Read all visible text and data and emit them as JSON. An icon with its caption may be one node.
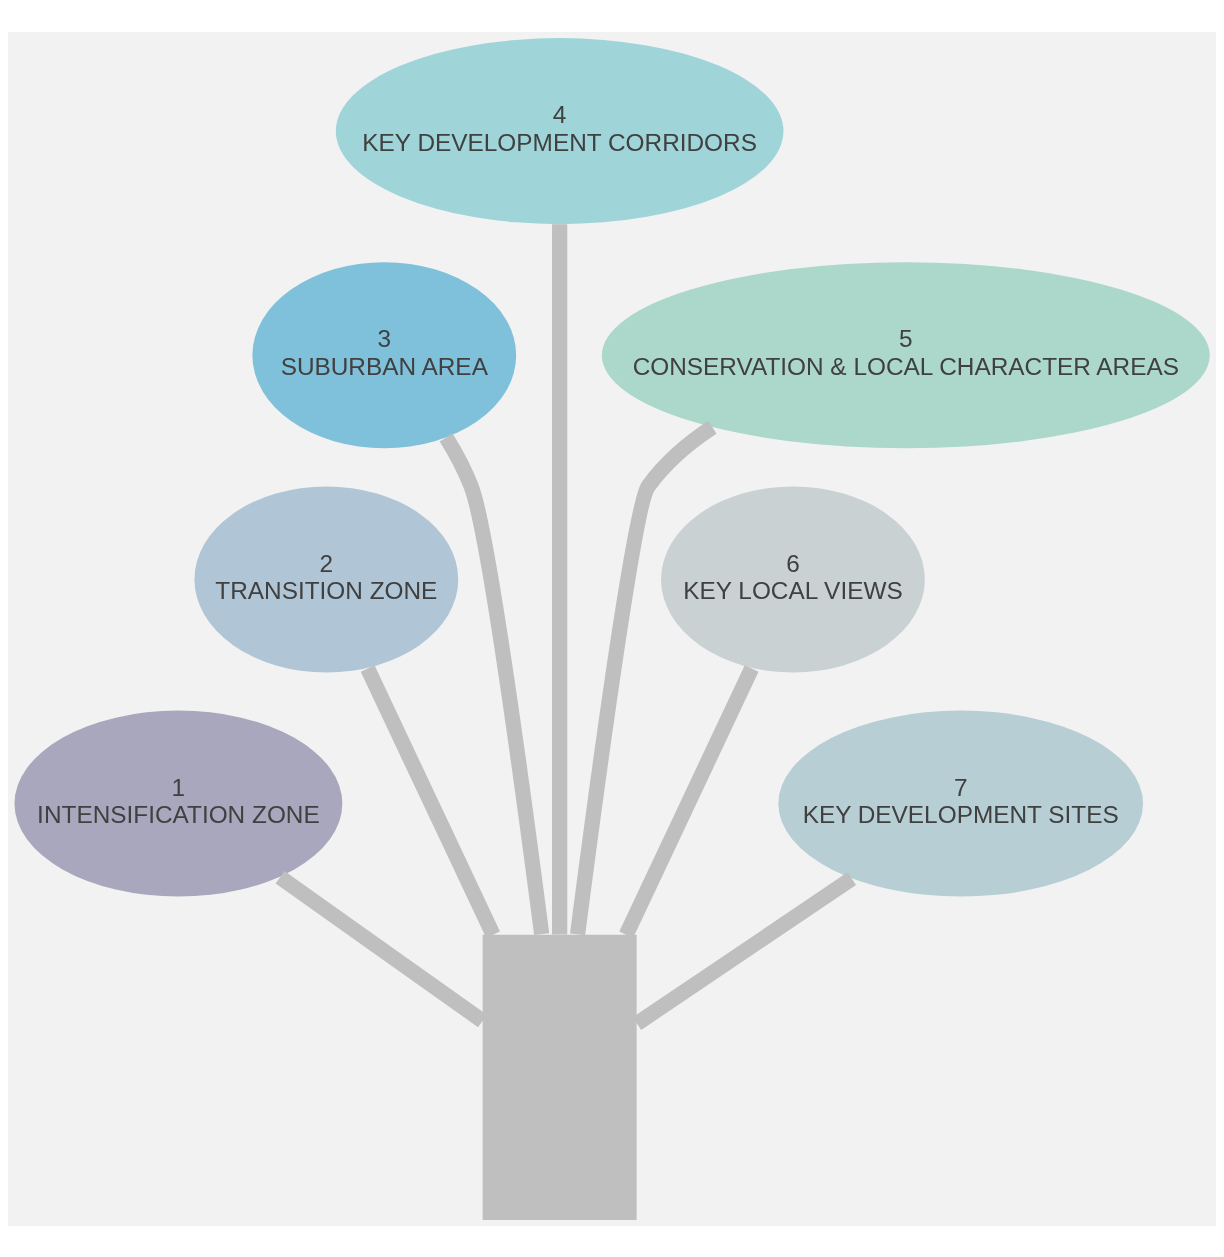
{
  "diagram": {
    "nodes": [
      {
        "text": [],
        "shape": "box"
      },
      {
        "text": [
          "1",
          "INTENSIFICATION ZONE"
        ]
      },
      {
        "text": [
          "2",
          "TRANSITION ZONE"
        ]
      },
      {
        "text": [
          "3",
          "SUBURBAN AREA"
        ]
      },
      {
        "text": [
          "4",
          "KEY DEVELOPMENT CORRIDORS"
        ]
      },
      {
        "text": [
          "5",
          "CONSERVATION & LOCAL CHARACTER AREAS"
        ]
      },
      {
        "text": [
          "6",
          "KEY LOCAL VIEWS"
        ]
      },
      {
        "text": [
          "7",
          "KEY DEVELOPMENT SITES"
        ]
      }
    ],
    "edges": [
      {
        "from": 0,
        "to": 1,
        "arrow": "none"
      },
      {
        "from": 0,
        "to": 2,
        "arrow": "none"
      },
      {
        "from": 0,
        "to": 3,
        "arrow": "none"
      },
      {
        "from": 0,
        "to": 4,
        "arrow": "none"
      },
      {
        "from": 0,
        "to": 5,
        "arrow": "none"
      },
      {
        "from": 0,
        "to": 6,
        "arrow": "none"
      },
      {
        "from": 0,
        "to": 7,
        "arrow": "none"
      }
    ]
  }
}
